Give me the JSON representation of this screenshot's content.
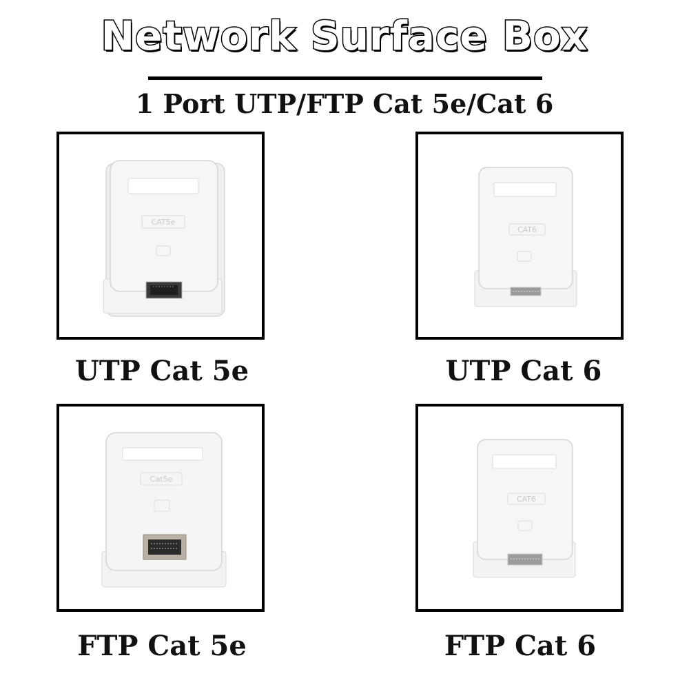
{
  "title": "Network Surface Box",
  "subtitle": "1 Port UTP/FTP Cat 5e/Cat 6",
  "products": [
    {
      "caption": "UTP Cat 5e",
      "label": "CAT5e"
    },
    {
      "caption": "UTP Cat 6",
      "label": "CAT6"
    },
    {
      "caption": "FTP Cat 5e",
      "label": "Cat5e"
    },
    {
      "caption": "FTP Cat 6",
      "label": "CAT6"
    }
  ],
  "colors": {
    "box": "#f1f1f1",
    "shade": "#e2e2e2",
    "frame": "#000000"
  }
}
